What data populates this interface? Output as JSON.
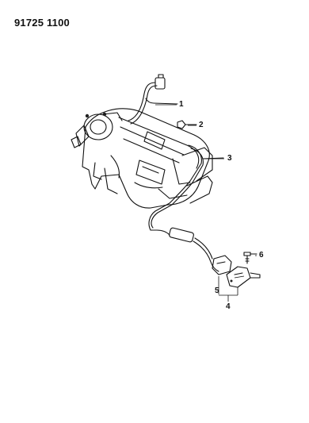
{
  "header": {
    "part_number": "91725 1100"
  },
  "callouts": [
    {
      "id": "1",
      "label": "1"
    },
    {
      "id": "2",
      "label": "2"
    },
    {
      "id": "3",
      "label": "3"
    },
    {
      "id": "4",
      "label": "4"
    },
    {
      "id": "5",
      "label": "5"
    },
    {
      "id": "6",
      "label": "6"
    }
  ]
}
